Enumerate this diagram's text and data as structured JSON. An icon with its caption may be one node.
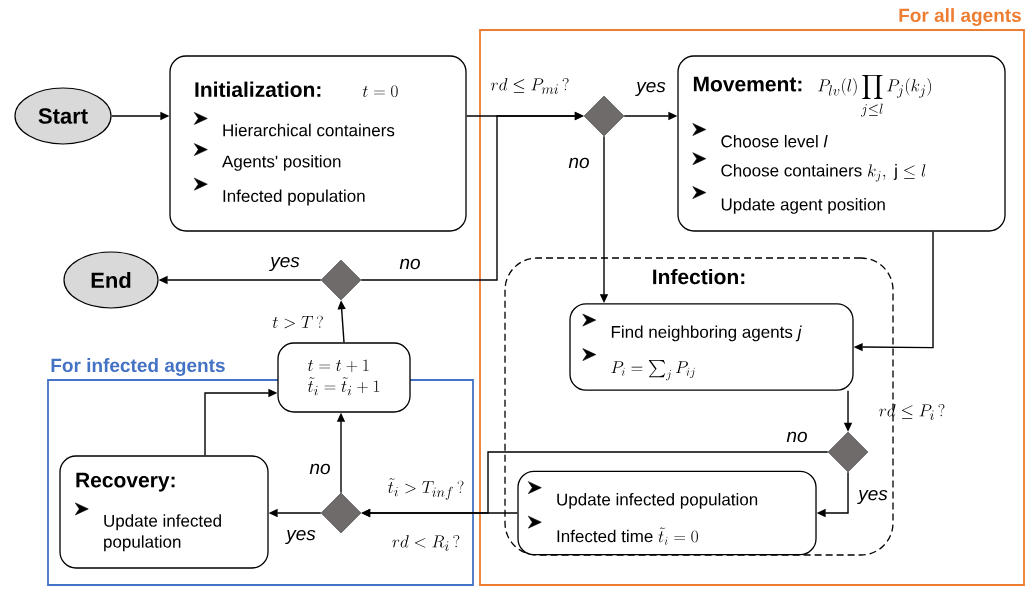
{
  "diagram": {
    "nodes": [
      {
        "text": [
          "For all agents"
        ]
      },
      {
        "text": [
          "For infected agents"
        ]
      },
      {
        "text": [
          "Start"
        ]
      },
      {
        "text": [
          "Initialization:",
          "t = 0",
          "Hierarchical containers",
          "Agents' position",
          "Infected population"
        ]
      },
      {
        "text": [],
        "shape": "diamond",
        "in": 0,
        "beside": [
          "rd \\le P_{mi}\\,?"
        ]
      },
      {
        "text": [
          "Movement:",
          "P_{lv}(l)\\prod_{j\\le l}P_j(k_j)",
          "Choose level *l*",
          "\\text{Choose containers } k_j,\\ \\text{j} \\le l",
          "Update agent position"
        ],
        "in": 0
      },
      {
        "text": [
          "Infection:"
        ],
        "in": 0
      },
      {
        "text": [
          "Find neighboring agents *j*",
          "P_i = \\sum_j P_{ij}"
        ],
        "in": 6
      },
      {
        "text": [],
        "shape": "diamond",
        "in": 6,
        "beside": [
          "rd \\le P_i\\,?"
        ]
      },
      {
        "text": [
          "Update infected population",
          "\\text{Infected time } \\tilde{t}_i = 0"
        ],
        "in": 6
      },
      {
        "text": [
          "End"
        ]
      },
      {
        "text": [],
        "shape": "diamond",
        "beside": [
          "t > T\\,?"
        ]
      },
      {
        "text": [
          "t = t + 1",
          "\\tilde{t}_i = \\tilde{t}_i + 1"
        ]
      },
      {
        "text": [],
        "shape": "diamond",
        "in": 1,
        "beside": [
          "\\tilde{t}_i > T_{inf}\\,?",
          "rd < R_i\\,?"
        ]
      },
      {
        "text": [
          "Recovery:",
          "Update infected population"
        ],
        "in": 1
      }
    ],
    "edges": [
      {
        "from": 2,
        "to": 3,
        "arrow": "to"
      },
      {
        "from": 3,
        "to": 4,
        "arrow": "to"
      },
      {
        "from": 4,
        "to": 5,
        "arrow": "to",
        "label": "yes"
      },
      {
        "from": 4,
        "to": 7,
        "arrow": "to",
        "label": "no"
      },
      {
        "from": 5,
        "to": 7,
        "arrow": "to"
      },
      {
        "from": 7,
        "to": 8,
        "arrow": "to"
      },
      {
        "from": 8,
        "to": 13,
        "arrow": "to",
        "label": "no"
      },
      {
        "from": 8,
        "to": 9,
        "arrow": "to",
        "label": "yes"
      },
      {
        "from": 9,
        "to": 13,
        "arrow": "to"
      },
      {
        "from": 13,
        "to": 14,
        "arrow": "to",
        "label": "yes"
      },
      {
        "from": 13,
        "to": 12,
        "arrow": "to",
        "label": "no"
      },
      {
        "from": 14,
        "to": 12,
        "arrow": "to"
      },
      {
        "from": 12,
        "to": 11,
        "arrow": "to"
      },
      {
        "from": 11,
        "to": 10,
        "arrow": "to",
        "label": "yes"
      },
      {
        "from": 11,
        "to": 4,
        "arrow": "to",
        "label": "no"
      }
    ]
  }
}
